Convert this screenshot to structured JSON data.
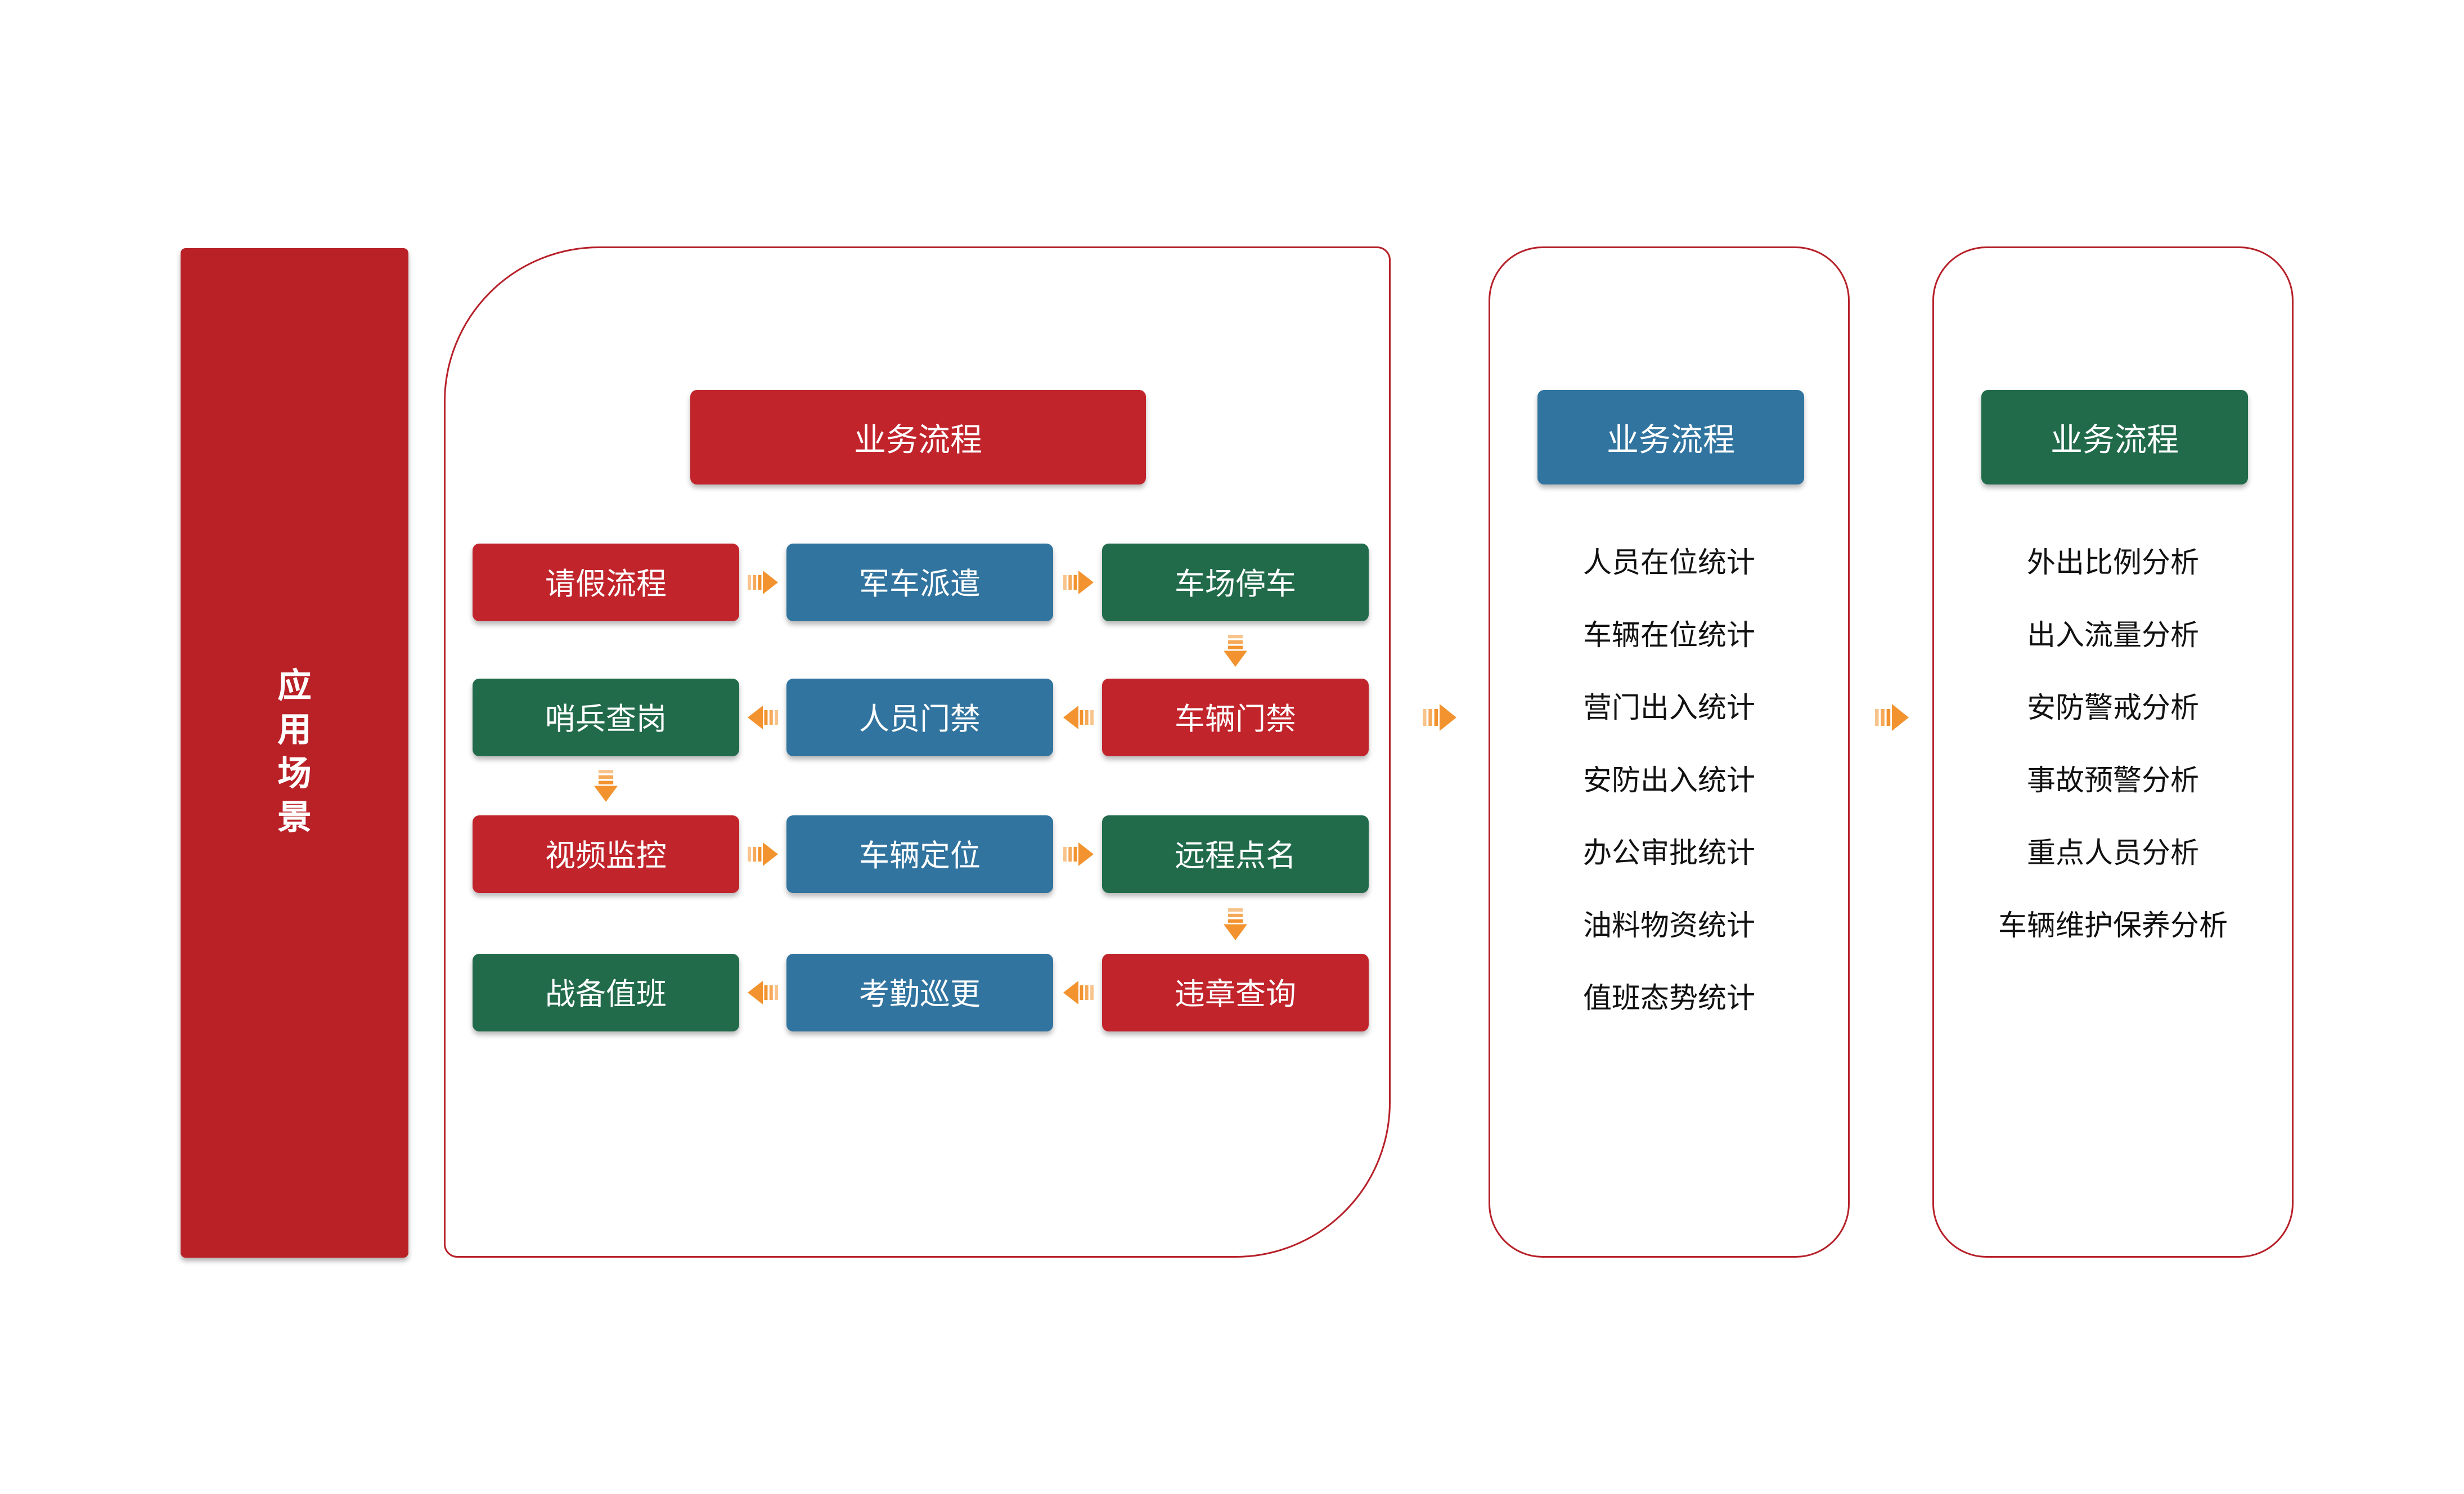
{
  "colors": {
    "box_red": "#C2242C",
    "sidebar_red": "#B92127",
    "outline": "#B7212A",
    "green": "#216B4B",
    "blue": "#31749F",
    "orange": "#F2932F",
    "ink": "#111111"
  },
  "sidebar": {
    "title": "应用场景",
    "title_vertical": "应\n用\n场\n景"
  },
  "panels": {
    "flow": {
      "header": {
        "label": "业务流程",
        "color": "box_red"
      },
      "grid": [
        [
          {
            "label": "请假流程",
            "color": "box_red"
          },
          {
            "label": "军车派遣",
            "color": "blue"
          },
          {
            "label": "车场停车",
            "color": "green"
          }
        ],
        [
          {
            "label": "哨兵查岗",
            "color": "green"
          },
          {
            "label": "人员门禁",
            "color": "blue"
          },
          {
            "label": "车辆门禁",
            "color": "box_red"
          }
        ],
        [
          {
            "label": "视频监控",
            "color": "box_red"
          },
          {
            "label": "车辆定位",
            "color": "blue"
          },
          {
            "label": "远程点名",
            "color": "green"
          }
        ],
        [
          {
            "label": "战备值班",
            "color": "green"
          },
          {
            "label": "考勤巡更",
            "color": "blue"
          },
          {
            "label": "违章查询",
            "color": "box_red"
          }
        ]
      ],
      "row_arrow_directions": [
        "right",
        "left",
        "right",
        "left"
      ],
      "vertical_arrows": [
        {
          "after_row": 1,
          "col": 3
        },
        {
          "after_row": 2,
          "col": 1
        },
        {
          "after_row": 3,
          "col": 3
        }
      ]
    },
    "statistics": {
      "header": {
        "label": "业务流程",
        "color": "blue"
      },
      "items": [
        "人员在位统计",
        "车辆在位统计",
        "营门出入统计",
        "安防出入统计",
        "办公审批统计",
        "油料物资统计",
        "值班态势统计"
      ]
    },
    "analysis": {
      "header": {
        "label": "业务流程",
        "color": "green"
      },
      "items": [
        "外出比例分析",
        "出入流量分析",
        "安防警戒分析",
        "事故预警分析",
        "重点人员分析",
        "车辆维护保养分析"
      ]
    }
  },
  "connectors": {
    "icon": "striped-arrow-icon",
    "panel_arrows": [
      {
        "from": "flow",
        "to": "statistics",
        "direction": "right"
      },
      {
        "from": "statistics",
        "to": "analysis",
        "direction": "right"
      }
    ]
  }
}
